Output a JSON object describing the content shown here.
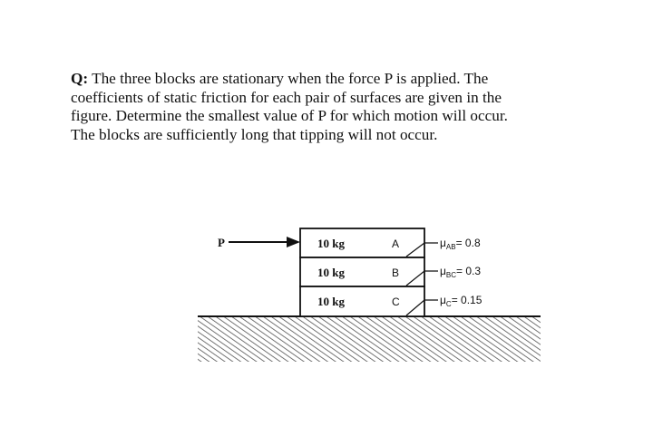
{
  "question": {
    "label": "Q:",
    "lines": [
      " The three blocks are stationary when the force P is applied. The",
      "coefficients of static friction for each pair of surfaces are given in the",
      "figure. Determine the smallest value of P for which motion will occur.",
      "The blocks are sufficiently long that tipping will not occur."
    ]
  },
  "figure": {
    "force_label": "P",
    "blocks": [
      {
        "mass": "10 kg",
        "letter": "A"
      },
      {
        "mass": "10 kg",
        "letter": "B"
      },
      {
        "mass": "10 kg",
        "letter": "C"
      }
    ],
    "friction": [
      {
        "symbol": "μ",
        "sub": "AB",
        "value": "= 0.8"
      },
      {
        "symbol": "μ",
        "sub": "BC",
        "value": "= 0.3"
      },
      {
        "symbol": "μ",
        "sub": "C",
        "value": "= 0.15"
      }
    ]
  }
}
